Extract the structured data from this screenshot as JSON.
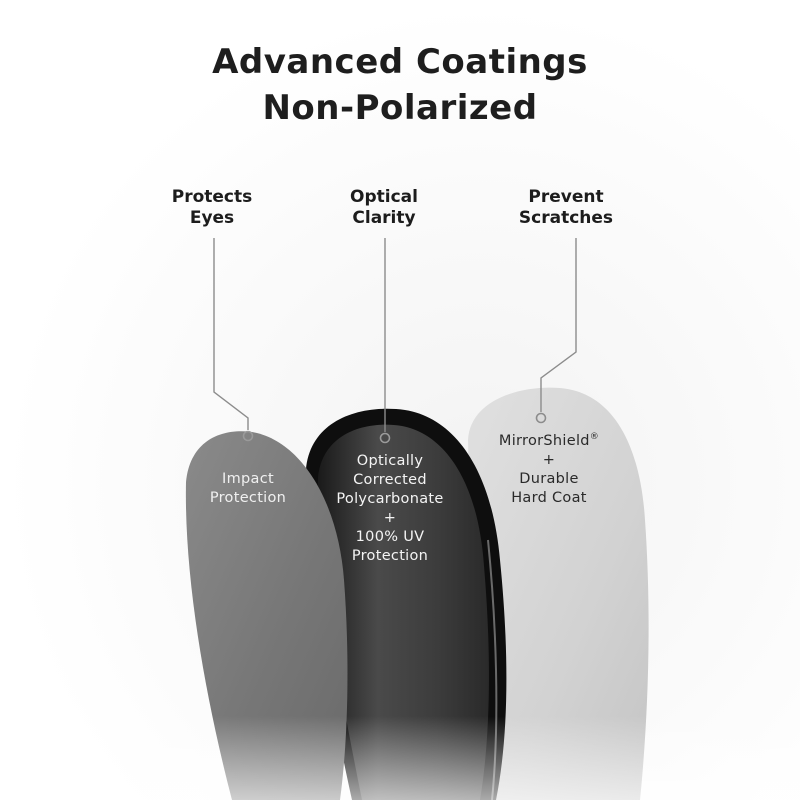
{
  "title": {
    "line1": "Advanced Coatings",
    "line2": "Non-Polarized"
  },
  "callouts": [
    {
      "line1": "Protects",
      "line2": "Eyes"
    },
    {
      "line1": "Optical",
      "line2": "Clarity"
    },
    {
      "line1": "Prevent",
      "line2": "Scratches"
    }
  ],
  "lenses": [
    {
      "lines": [
        "Impact",
        "Protection"
      ],
      "color": "#7d7d7d"
    },
    {
      "lines": [
        "Optically",
        "Corrected",
        "Polycarbonate",
        "+",
        "100% UV",
        "Protection"
      ],
      "color": "#4a4a4a"
    },
    {
      "brand": "MirrorShield",
      "reg_mark": "®",
      "lines": [
        "+",
        "Durable",
        "Hard Coat"
      ],
      "color": "#d6d6d6"
    }
  ]
}
